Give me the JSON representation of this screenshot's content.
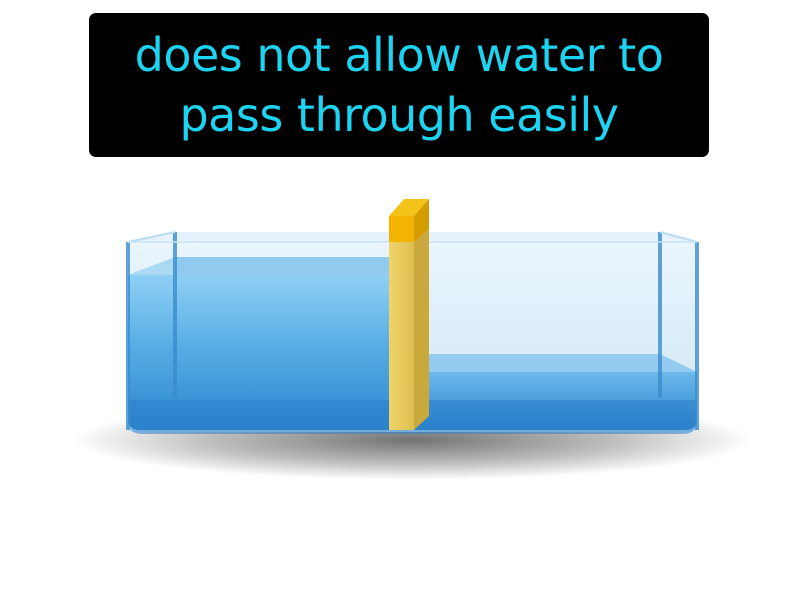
{
  "caption": {
    "line1": "does not allow water to",
    "line2": "pass through easily"
  },
  "colors": {
    "caption_background": "#000000",
    "caption_text": "#1dd3f2",
    "water_deep": "#2f8fd6",
    "water_light": "#8ecdf3",
    "tank_glass": "#d5ebf8",
    "barrier": "#e6c75a",
    "barrier_top": "#f2b400"
  },
  "illustration": {
    "subject": "tank divided by impermeable barrier",
    "left_water_level": "high",
    "right_water_level": "low"
  }
}
